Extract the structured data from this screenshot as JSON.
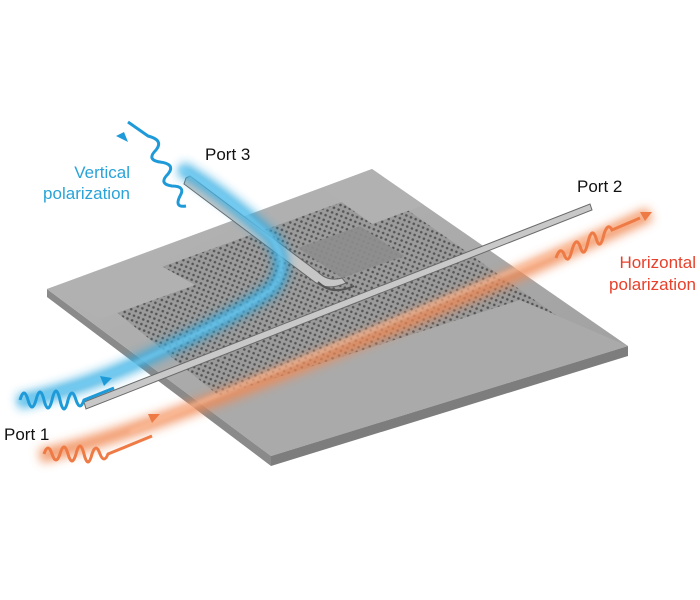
{
  "labels": {
    "port1": "Port 1",
    "port2": "Port 2",
    "port3": "Port 3",
    "vertical_line1": "Vertical",
    "vertical_line2": "polarization",
    "horizontal_line1": "Horizontal",
    "horizontal_line2": "polarization"
  },
  "colors": {
    "vertical_beam": "#2aa8e0",
    "horizontal_beam": "#f08a55",
    "vertical_text": "#29a3d8",
    "horizontal_text": "#e8402a",
    "label_text": "#111111",
    "slab_top": "#a9a9a9",
    "slab_side": "#7d7d7d",
    "lattice": "#6e6e6e"
  }
}
